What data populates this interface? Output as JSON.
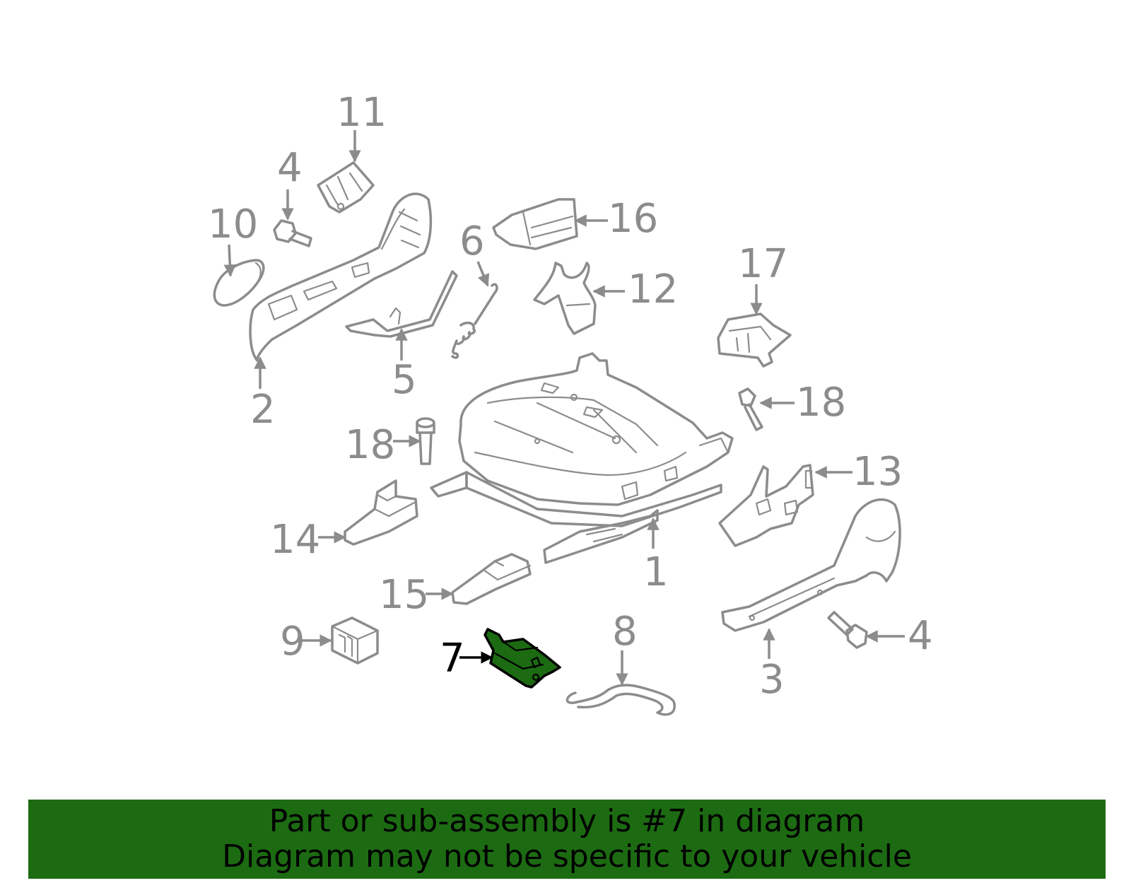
{
  "callouts": {
    "c1": "1",
    "c2": "2",
    "c3": "3",
    "c4a": "4",
    "c4b": "4",
    "c5": "5",
    "c6": "6",
    "c7": "7",
    "c8": "8",
    "c9": "9",
    "c10": "10",
    "c11": "11",
    "c12": "12",
    "c13": "13",
    "c14": "14",
    "c15": "15",
    "c16": "16",
    "c17": "17",
    "c18a": "18",
    "c18b": "18"
  },
  "highlight": {
    "part": "7",
    "color": "#1c6b12"
  },
  "banner": {
    "line1": "Part or sub-assembly is #7 in diagram",
    "line2": "Diagram may not be specific to your vehicle"
  }
}
